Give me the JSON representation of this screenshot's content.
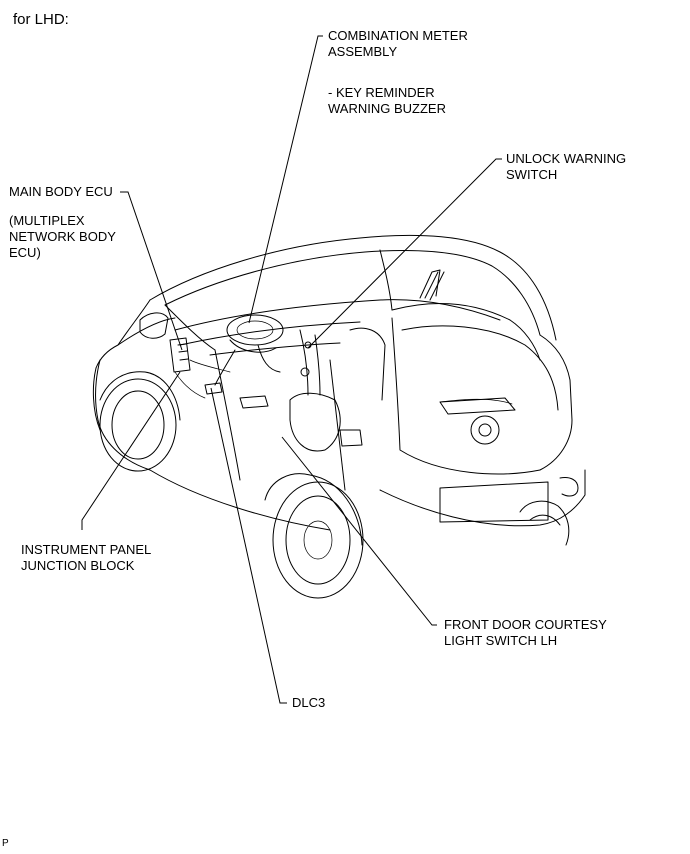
{
  "page_title": "for LHD:",
  "labels": {
    "combination_meter": [
      "COMBINATION METER",
      "ASSEMBLY"
    ],
    "key_reminder": [
      "- KEY REMINDER",
      "WARNING BUZZER"
    ],
    "unlock_warning": [
      "UNLOCK WARNING",
      "SWITCH"
    ],
    "main_body_ecu": "MAIN BODY ECU",
    "multiplex": [
      "(MULTIPLEX",
      "NETWORK BODY",
      "ECU)"
    ],
    "instrument_panel": [
      "INSTRUMENT PANEL",
      "JUNCTION BLOCK"
    ],
    "front_door": [
      "FRONT DOOR COURTESY",
      "LIGHT SWITCH LH"
    ],
    "dlc3": "DLC3"
  },
  "footer_mark": "P"
}
